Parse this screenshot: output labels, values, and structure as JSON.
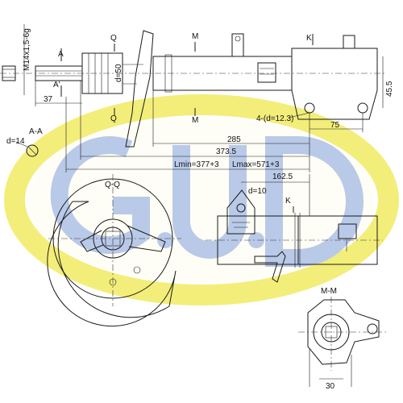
{
  "labels": {
    "thread": "M14x1,5-6g",
    "section_a_top": "A",
    "section_a_bottom": "A'",
    "section_q_top": "Q",
    "section_q_bottom": "Q",
    "section_m_top": "M",
    "section_m_bottom": "M",
    "section_k_top": "K",
    "section_k_bottom": "K",
    "section_aa": "A-A",
    "section_qq": "Q-Q",
    "section_mm": "M-M"
  },
  "dimensions": {
    "rod_d": "d=14",
    "body_d": "d=50",
    "holes": "4-(d=12.3)",
    "height_45": "45.5",
    "width_75": "75",
    "len_37": "37",
    "len_285": "285",
    "len_3735": "373.5",
    "lmin": "Lmin=377+3",
    "lmax": "Lmax=571+3",
    "len_1625": "162.5",
    "bracket_d": "d=10",
    "width_30": "30"
  },
  "colors": {
    "watermark_yellow": "#f3ee7a",
    "watermark_blue": "#9fb6df",
    "line": "#1a1a1a"
  }
}
